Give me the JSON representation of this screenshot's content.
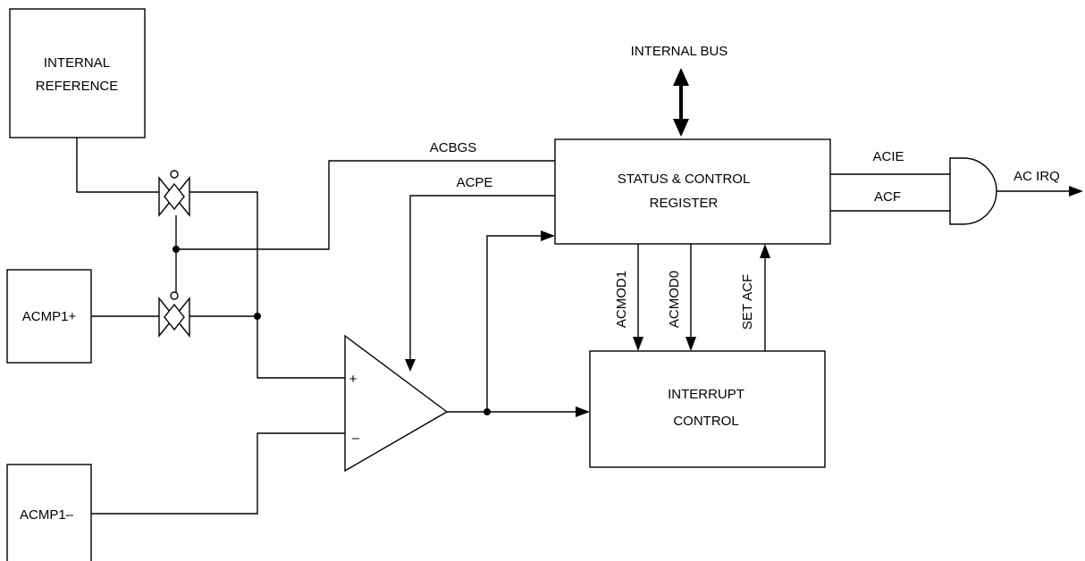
{
  "blocks": {
    "internal_reference": [
      "INTERNAL",
      "REFERENCE"
    ],
    "acmp1_plus": "ACMP1+",
    "acmp1_minus": "ACMP1–",
    "status_control": [
      "STATUS & CONTROL",
      "REGISTER"
    ],
    "interrupt_control": [
      "INTERRUPT",
      "CONTROL"
    ]
  },
  "bus_label": "INTERNAL BUS",
  "signals": {
    "acbgs": "ACBGS",
    "acpe": "ACPE",
    "acie": "ACIE",
    "acf": "ACF",
    "ac_irq": "AC IRQ",
    "acmod1": "ACMOD1",
    "acmod0": "ACMOD0",
    "set_acf": "SET ACF"
  },
  "comparator": {
    "plus": "+",
    "minus": "–"
  }
}
